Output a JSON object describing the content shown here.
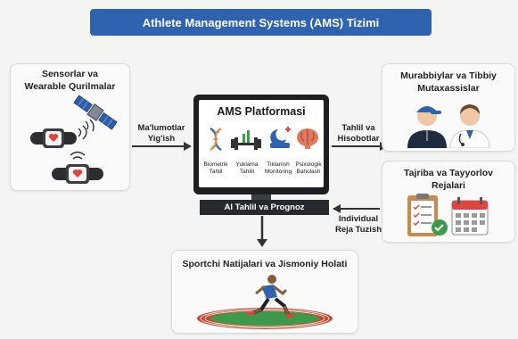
{
  "title": "Athlete Management Systems (AMS) Tizimi",
  "sensors": {
    "title_line1": "Sensorlar va",
    "title_line2": "Wearable Qurilmalar"
  },
  "experts": {
    "title_line1": "Murabbiylar va Tibbiy",
    "title_line2": "Mutaxassislar"
  },
  "plans": {
    "title_line1": "Tajriba va Tayyorlov",
    "title_line2": "Rejalari"
  },
  "platform": {
    "title": "AMS Platformasi",
    "modules": [
      {
        "line1": "Biometrik",
        "line2": "Tahlil",
        "icon": "dna-icon"
      },
      {
        "line1": "Yuklama",
        "line2": "Tahlili",
        "icon": "dumbbell-chart-icon"
      },
      {
        "line1": "Tiklanish",
        "line2": "Monitoring",
        "icon": "sleep-monitoring-icon"
      },
      {
        "line1": "Psixologik",
        "line2": "Baholash",
        "icon": "brain-icon"
      }
    ],
    "ai_label": "AI Tahlil va Prognoz"
  },
  "arrows": {
    "collect_line1": "Ma'lumotlar",
    "collect_line2": "Yig'ish",
    "analysis_line1": "Tahlil va",
    "analysis_line2": "Hisobotlar",
    "plan_line1": "Individual",
    "plan_line2": "Reja Tuzish"
  },
  "result": {
    "title": "Sportchi Natijalari va Jismoniy Holati"
  },
  "colors": {
    "title_bar": "#2f63b0",
    "heart_red": "#e0443c",
    "accent_blue": "#2f63b0",
    "track_red": "#c8472f",
    "track_green": "#3c9a4a"
  }
}
